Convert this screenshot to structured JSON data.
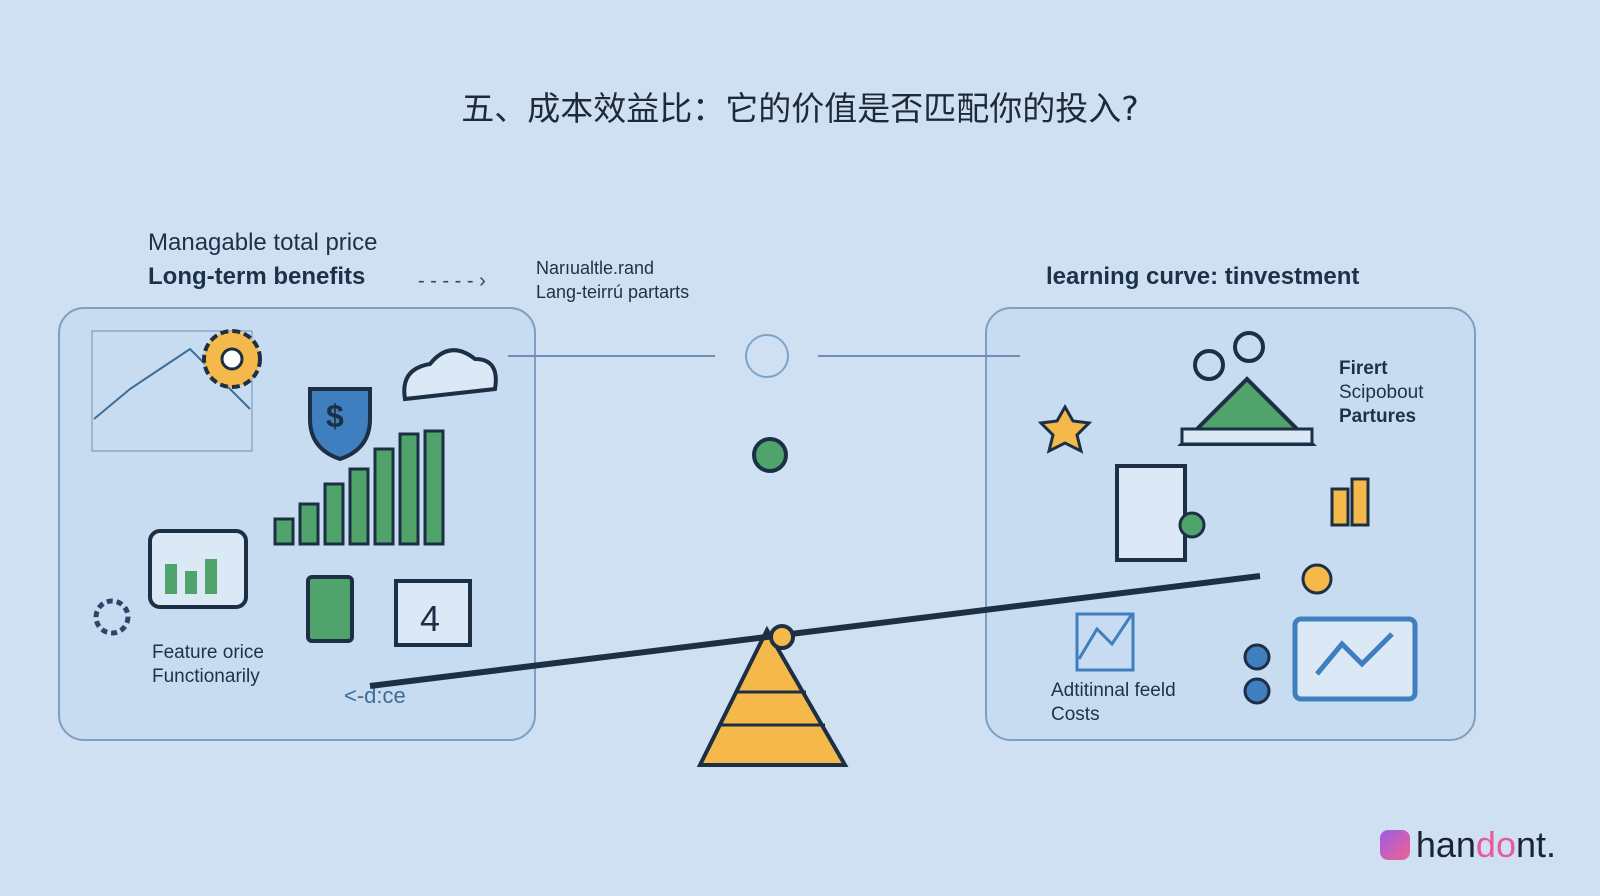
{
  "title": "五、成本效益比：它的价值是否匹配你的投入?",
  "left": {
    "heading1": "Managable total price",
    "heading2": "Long-term benefits",
    "side1": "Narıualtle.rand",
    "side2": "Lang-teirrú partarts",
    "label1": "Feature orice",
    "label2": "Functionarily",
    "arrow_label": "<-d:ce"
  },
  "right": {
    "heading": "learning curve: tinvestment",
    "side1": "Firert",
    "side2": "Scipobout",
    "side3": "Partures",
    "label1": "Adtitinnal feeld",
    "label2": "Costs"
  },
  "logo": {
    "part1": "han",
    "part2": "do",
    "part3": "nt."
  },
  "colors": {
    "background": "#cfe0f3",
    "accent": "#f5b84a",
    "line": "#1d2f45",
    "green": "#4fa36b"
  }
}
